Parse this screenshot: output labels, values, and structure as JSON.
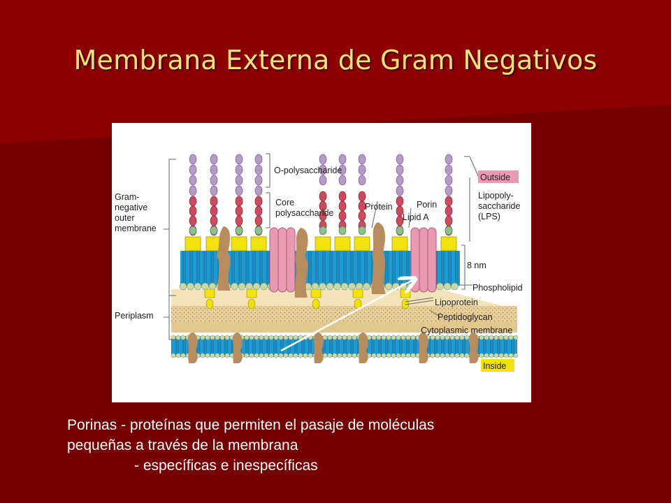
{
  "slide": {
    "title": "Membrana Externa de Gram Negativos",
    "caption_line1": "Porinas - proteínas que permiten el pasaje de moléculas",
    "caption_line2": "pequeñas a través de la membrana",
    "caption_line3": "- específicas e inespecíficas"
  },
  "figure": {
    "labels": {
      "gram_negative_outer_membrane": [
        "Gram-",
        "negative",
        "outer",
        "membrane"
      ],
      "periplasm": "Periplasm",
      "o_polysaccharide": "O-polysaccharide",
      "core_polysaccharide": [
        "Core",
        "polysaccharide"
      ],
      "protein": "Protein",
      "porin": "Porin",
      "lipid_a": "Lipid A",
      "outside": "Outside",
      "lps": [
        "Lipopoly-",
        "saccharide",
        "(LPS)"
      ],
      "thickness": "8 nm",
      "phospholipid": "Phospholipid",
      "lipoprotein": "Lipoprotein",
      "peptidoglycan": "Peptidoglycan",
      "cytoplasmic_membrane": "Cytoplasmic membrane",
      "inside": "Inside"
    },
    "colors": {
      "o_chain": "#b69ac8",
      "core_chain": "#cf4a5e",
      "lipid_a_sugar": "#8fbf8f",
      "lipid_a_head": "#f2e10c",
      "bilayer": "#1f9bd1",
      "phospholipid_head": "#c9d8a8",
      "porin": "#e79ab1",
      "protein": "#b98c5d",
      "peptidoglycan": "#e8cf98",
      "outside_tag": "#e79ab1",
      "inside_tag": "#f2e10c"
    }
  }
}
